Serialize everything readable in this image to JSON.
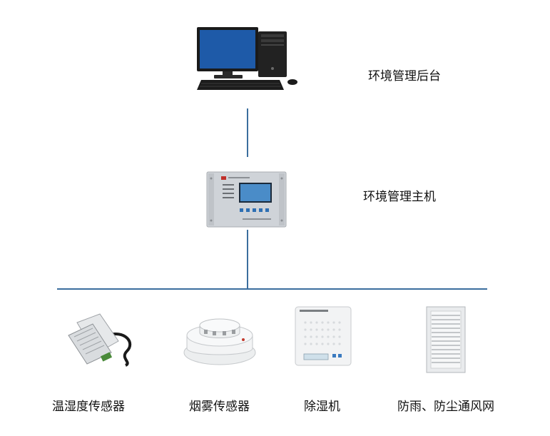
{
  "nodes": {
    "backend": {
      "label": "环境管理后台",
      "icon": "desktop-computer-icon"
    },
    "host": {
      "label": "环境管理主机",
      "icon": "rack-controller-icon"
    },
    "devices": [
      {
        "label": "温湿度传感器",
        "icon": "temperature-humidity-sensor-icon"
      },
      {
        "label": "烟雾传感器",
        "icon": "smoke-detector-icon"
      },
      {
        "label": "除湿机",
        "icon": "dehumidifier-icon"
      },
      {
        "label": "防雨、防尘通风网",
        "icon": "louver-vent-icon"
      }
    ]
  },
  "colors": {
    "connector": "#3b6e9e",
    "screen": "#1e5aa8",
    "panel": "#cfd3d8"
  }
}
